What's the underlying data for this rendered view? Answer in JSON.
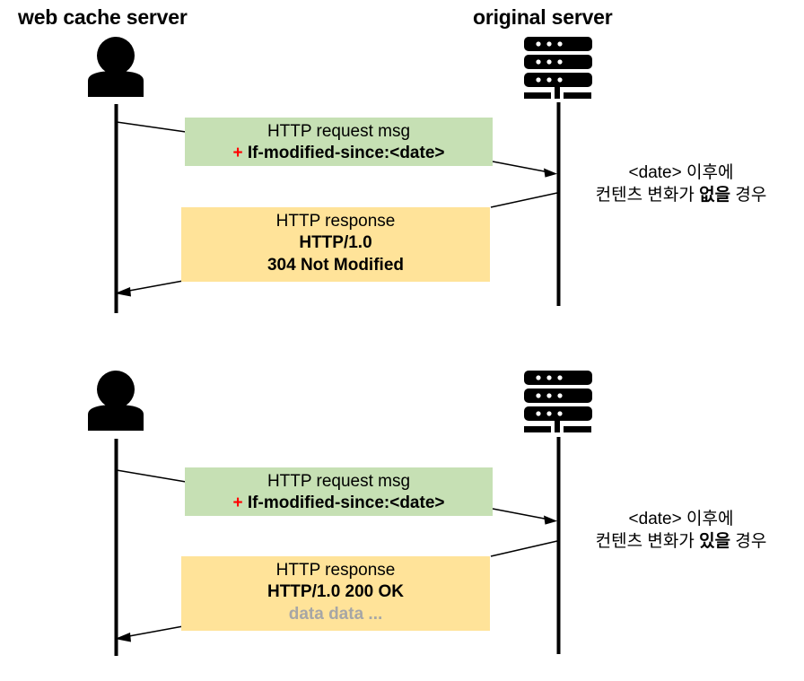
{
  "diagram": {
    "type": "sequence-diagram",
    "title_left": "web cache server",
    "title_right": "original server",
    "actors": {
      "left": {
        "icon": "person-icon",
        "label": "web cache server"
      },
      "right": {
        "icon": "server-rack-icon",
        "label": "original server"
      }
    },
    "colors": {
      "request_box": "#c6e0b4",
      "response_box": "#ffe399",
      "plus_sign": "#ff0000",
      "data_text": "#a6a6a6",
      "line": "#000000",
      "background": "#ffffff"
    },
    "sequences": [
      {
        "name": "not-modified-case",
        "request": {
          "line1": "HTTP request msg",
          "plus": "+",
          "line2": "If-modified-since:<date>"
        },
        "response": {
          "line1": "HTTP response",
          "line2": "HTTP/1.0",
          "line3": "304 Not Modified"
        },
        "annotation": {
          "line1": "<date> 이후에",
          "line2_prefix": "컨텐츠 변화가 ",
          "line2_bold": "없을",
          "line2_suffix": " 경우"
        }
      },
      {
        "name": "modified-case",
        "request": {
          "line1": "HTTP request msg",
          "plus": "+",
          "line2": "If-modified-since:<date>"
        },
        "response": {
          "line1": "HTTP response",
          "line2": "HTTP/1.0 200 OK",
          "line3": "data data ..."
        },
        "annotation": {
          "line1": "<date> 이후에",
          "line2_prefix": "컨텐츠 변화가 ",
          "line2_bold": "있을",
          "line2_suffix": " 경우"
        }
      }
    ]
  }
}
